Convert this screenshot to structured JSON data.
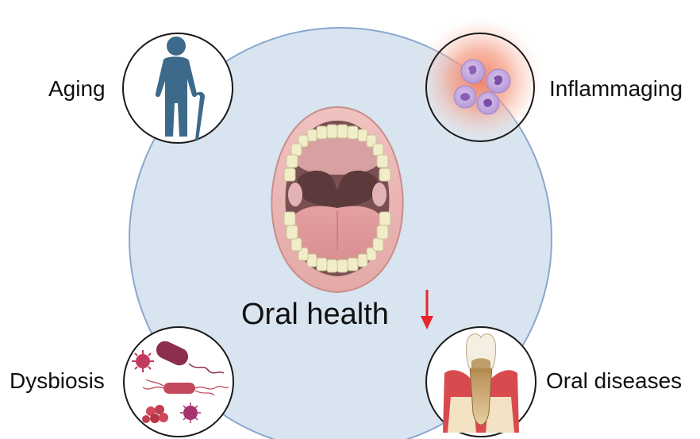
{
  "diagram": {
    "center": {
      "label": "Oral health",
      "trend": "decrease",
      "icon": "open-mouth-icon"
    },
    "factors": [
      {
        "id": "aging",
        "label": "Aging",
        "icon": "elderly-person-with-cane-icon"
      },
      {
        "id": "inflammaging",
        "label": "Inflammaging",
        "icon": "immune-cells-icon"
      },
      {
        "id": "dysbiosis",
        "label": "Dysbiosis",
        "icon": "bacteria-icon"
      },
      {
        "id": "oral-diseases",
        "label": "Oral diseases",
        "icon": "diseased-tooth-icon"
      }
    ],
    "colors": {
      "central_circle_fill": "#d8e4ef",
      "central_circle_stroke": "#8ba7cf",
      "arrow": "#e8262d",
      "text": "#111111",
      "badge_stroke": "#1a1a1a",
      "person": "#3d6a8a",
      "glow": "#f5b39e"
    }
  }
}
